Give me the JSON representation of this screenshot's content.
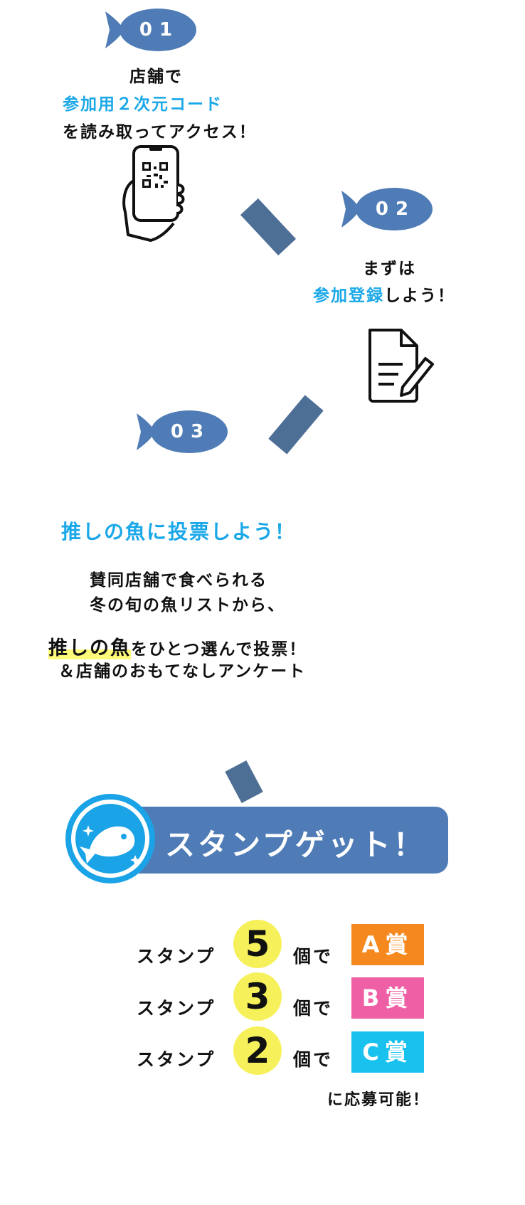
{
  "steps": [
    {
      "num": "01",
      "lines": [
        "店舗で",
        "参加用２次元コード",
        "を読み取ってアクセス！"
      ]
    },
    {
      "num": "02",
      "line1": "まずは",
      "line2_accent": "参加登録",
      "line2_rest": "しよう！"
    },
    {
      "num": "03",
      "title": "推しの魚に投票しよう！",
      "desc": [
        "賛同店舗で食べられる",
        "冬の旬の魚リストから、"
      ],
      "highlight": "推しの魚",
      "vote_rest": "をひとつ選んで投票！",
      "survey": "＆店舗のおもてなしアンケート"
    }
  ],
  "banner": {
    "label": "スタンプゲット！"
  },
  "rewards": [
    {
      "prefix": "スタンプ",
      "count": "5",
      "suffix": "個で",
      "prize": "A賞",
      "color": "#f5891f"
    },
    {
      "prefix": "スタンプ",
      "count": "3",
      "suffix": "個で",
      "prize": "B賞",
      "color": "#ee5fa5"
    },
    {
      "prefix": "スタンプ",
      "count": "2",
      "suffix": "個で",
      "prize": "C賞",
      "color": "#19c1ef"
    }
  ],
  "apply_note": "に応募可能！",
  "colors": {
    "fish": "#4f7cb6",
    "accent": "#1ba8e8",
    "connector": "#4e6f95",
    "highlight": "#fffb7a"
  }
}
